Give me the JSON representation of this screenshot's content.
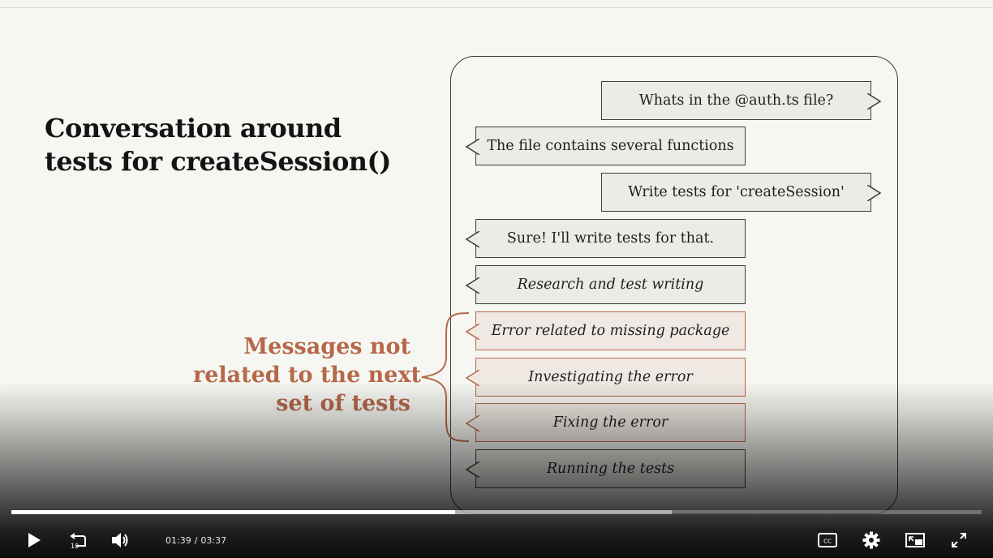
{
  "slide": {
    "title_lines": [
      "Conversation around",
      "tests for createSession()"
    ],
    "messages": [
      {
        "text": "Whats in the @auth.ts file?",
        "side": "user",
        "italic": false,
        "highlight": false
      },
      {
        "text": "The file contains several functions",
        "side": "assistant",
        "italic": false,
        "highlight": false
      },
      {
        "text": "Write tests for 'createSession'",
        "side": "user",
        "italic": false,
        "highlight": false
      },
      {
        "text": "Sure! I'll write tests for that.",
        "side": "assistant",
        "italic": false,
        "highlight": false
      },
      {
        "text": "Research and test writing",
        "side": "assistant",
        "italic": true,
        "highlight": false
      },
      {
        "text": "Error related to missing package",
        "side": "assistant",
        "italic": true,
        "highlight": true
      },
      {
        "text": "Investigating the error",
        "side": "assistant",
        "italic": true,
        "highlight": true
      },
      {
        "text": "Fixing the error",
        "side": "assistant",
        "italic": true,
        "highlight": true
      },
      {
        "text": "Running the tests",
        "side": "assistant",
        "italic": true,
        "highlight": false
      }
    ],
    "annotation_lines": [
      "Messages not",
      "related to the next",
      "set of tests"
    ]
  },
  "player": {
    "current_time": "01:39",
    "separator": "/",
    "duration": "03:37",
    "progress_played": 0.457,
    "progress_buffered": 0.681,
    "icons": {
      "play": "play-icon",
      "rewind": "rewind-10-icon",
      "rewind_label": "10",
      "volume": "volume-icon",
      "captions": "closed-captions-icon",
      "captions_label": "CC",
      "settings": "gear-icon",
      "pip": "picture-in-picture-icon",
      "fullscreen": "fullscreen-icon"
    }
  },
  "colors": {
    "accent": "#b5684a",
    "title": "#141414",
    "bubble_fill": "#ecebe6",
    "bubble_border": "#3c3c3c",
    "slide_bg": "#f6f7f2"
  }
}
